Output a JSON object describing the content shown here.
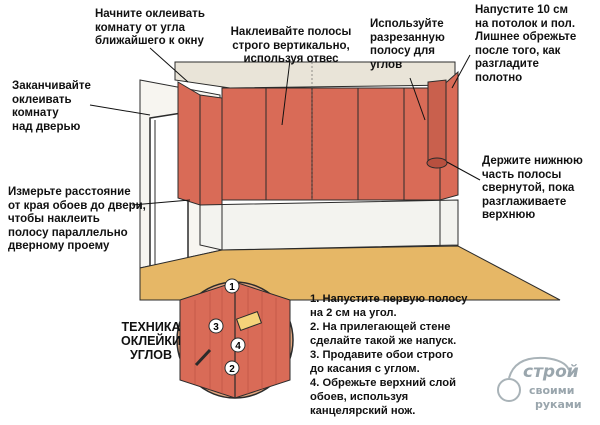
{
  "labels": {
    "start_corner": "Начните оклеивать\nкомнату от угла\nближайшего к окну",
    "vertical_strips": "Наклеивайте полосы\nстрого вертикально,\nиспользуя отвес",
    "cut_strip": "Используйте\nразрезанную\nполосу для\nуглов",
    "overlap": "Напустите 10 см\nна потолок и пол.\nЛишнее обрежьте\nпосле того, как\nразгладите\nполотно",
    "finish_door": "Заканчивайте\nоклеивать\nкомнату\nнад дверью",
    "measure_door": "Измерьте расстояние\nот края обоев до двери,\nчтобы наклеить\nполосу параллельно\nдверному проему",
    "rolled_bottom": "Держите нижнюю\nчасть полосы\nсвернутой, пока\nразглаживаете\nверхнюю"
  },
  "corner_technique": {
    "title": "ТЕХНИКА\nОКЛЕЙКИ\nУГЛОВ",
    "markers": [
      "1",
      "2",
      "3",
      "4"
    ]
  },
  "steps": [
    "1. Напустите первую полосу\nна 2 см на угол.",
    "2. На прилегающей стене\nсделайте такой же напуск.",
    "3. Продавите обои строго\nдо касания с углом.",
    "4. Обрежьте верхний слой\nобоев, используя\nканцелярский нож."
  ],
  "logo": {
    "line1": "строй",
    "line2": "своими",
    "line3": "руками"
  },
  "colors": {
    "wallpaper": "#d96b57",
    "wallpaper_dark": "#b8503f",
    "ceiling": "#e9e4d8",
    "floor": "#e6b766",
    "baseboard": "#f3f3ef",
    "outline": "#2b2b2b"
  }
}
